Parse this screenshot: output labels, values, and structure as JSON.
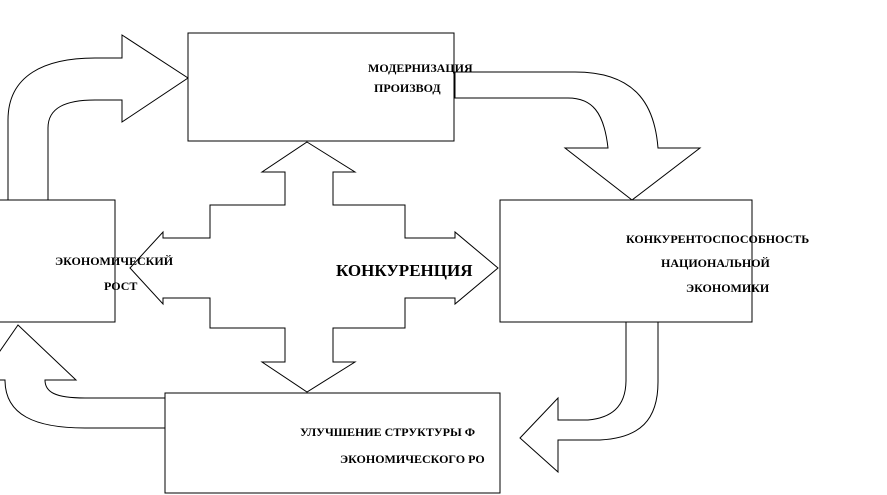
{
  "diagram": {
    "nodes": {
      "modernization": {
        "lines": [
          "МОДЕРНИЗАЦИЯ",
          "ПРОИЗВОД"
        ]
      },
      "competitiveness": {
        "lines": [
          "КОНКУРЕНТОСПОСОБНОСТЬ",
          "НАЦИОНАЛЬНОЙ",
          "ЭКОНОМИКИ"
        ]
      },
      "improvement": {
        "lines": [
          "УЛУЧШЕНИЕ СТРУКТУРЫ Ф",
          "ЭКОНОМИЧЕСКОГО РО"
        ]
      },
      "growth": {
        "lines": [
          "ЭКОНОМИЧЕСКИЙ",
          "РОСТ"
        ]
      },
      "center": {
        "label": "КОНКУРЕНЦИЯ"
      }
    }
  },
  "colors": {
    "stroke": "#000000",
    "fill": "#ffffff"
  }
}
